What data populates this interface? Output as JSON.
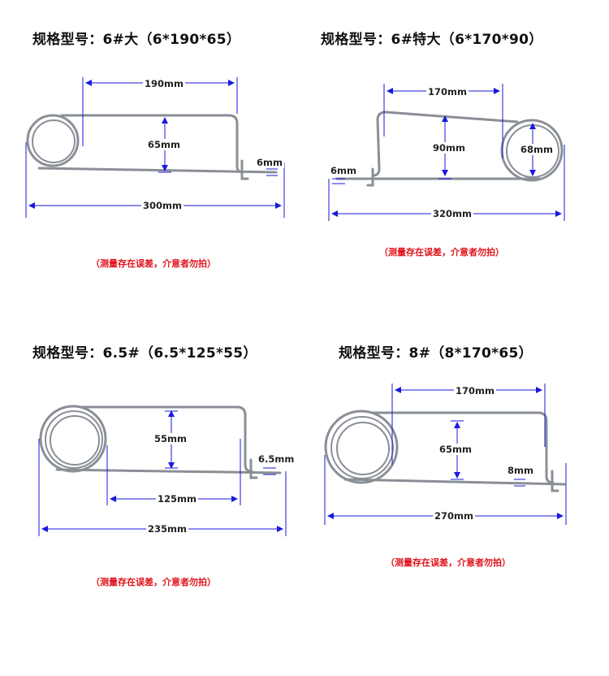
{
  "panels": [
    {
      "title": "规格型号：6#大（6*190*65）",
      "note": "（测量存在误差，介意者勿拍）",
      "labels": {
        "length": "190mm",
        "height": "65mm",
        "wire": "6mm",
        "total": "300mm"
      }
    },
    {
      "title": "规格型号：6#特大（6*170*90）",
      "note": "（测量存在误差，介意者勿拍）",
      "labels": {
        "length": "170mm",
        "height": "90mm",
        "coil": "68mm",
        "wire": "6mm",
        "total": "320mm"
      }
    },
    {
      "title": "规格型号：6.5#（6.5*125*55）",
      "note": "（测量存在误差，介意者勿拍）",
      "labels": {
        "height": "55mm",
        "wire": "6.5mm",
        "length": "125mm",
        "total": "235mm"
      }
    },
    {
      "title": "规格型号：8#（8*170*65）",
      "note": "（测量存在误差，介意者勿拍）",
      "labels": {
        "length": "170mm",
        "height": "65mm",
        "wire": "8mm",
        "total": "270mm"
      }
    }
  ],
  "colors": {
    "dimension_line": "#1a1adc",
    "note": "#e0121b",
    "wire": "#8a8f96"
  }
}
